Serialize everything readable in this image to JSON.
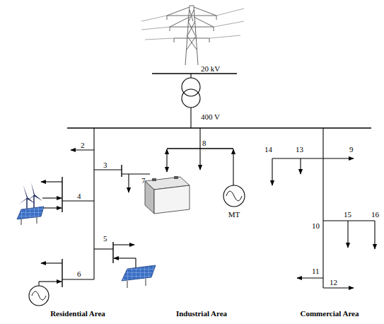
{
  "diagram": {
    "labels": [
      "20 kV",
      "400 V",
      "2",
      "3",
      "7",
      "4",
      "8",
      "14",
      "13",
      "9",
      "10",
      "15",
      "16",
      "11",
      "12",
      "5",
      "6",
      "MT",
      "Residential Area",
      "Industrial Area",
      "Commercial Area"
    ]
  }
}
